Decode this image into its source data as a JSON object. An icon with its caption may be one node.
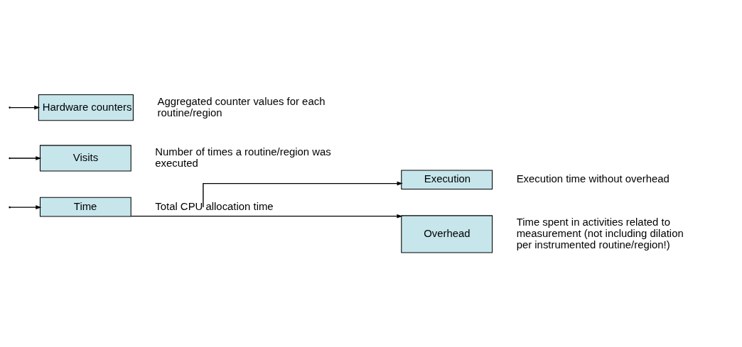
{
  "diagram": {
    "nodes": [
      {
        "text": [
          "Time"
        ],
        "beside": [
          "Total CPU allocation time"
        ]
      },
      {
        "text": [
          "Execution"
        ],
        "beside": [
          "Execution time without overhead"
        ]
      },
      {
        "text": [
          "Overhead"
        ],
        "beside": [
          "Time spent in activities related to measurement (not including dilation per instrumented routine/region!)"
        ]
      },
      {
        "text": [
          "Visits"
        ],
        "beside": [
          "Number of times a routine/region was executed"
        ]
      },
      {
        "text": [
          "Hardware counters"
        ],
        "beside": [
          "Aggregated counter values for each routine/region"
        ]
      }
    ],
    "edges": [
      {
        "from": null,
        "to": 0,
        "arrow": "to"
      },
      {
        "from": 0,
        "to": 1,
        "arrow": "to"
      },
      {
        "from": 0,
        "to": 2,
        "arrow": "to"
      },
      {
        "from": null,
        "to": 3,
        "arrow": "to"
      },
      {
        "from": null,
        "to": 4,
        "arrow": "to"
      }
    ]
  }
}
